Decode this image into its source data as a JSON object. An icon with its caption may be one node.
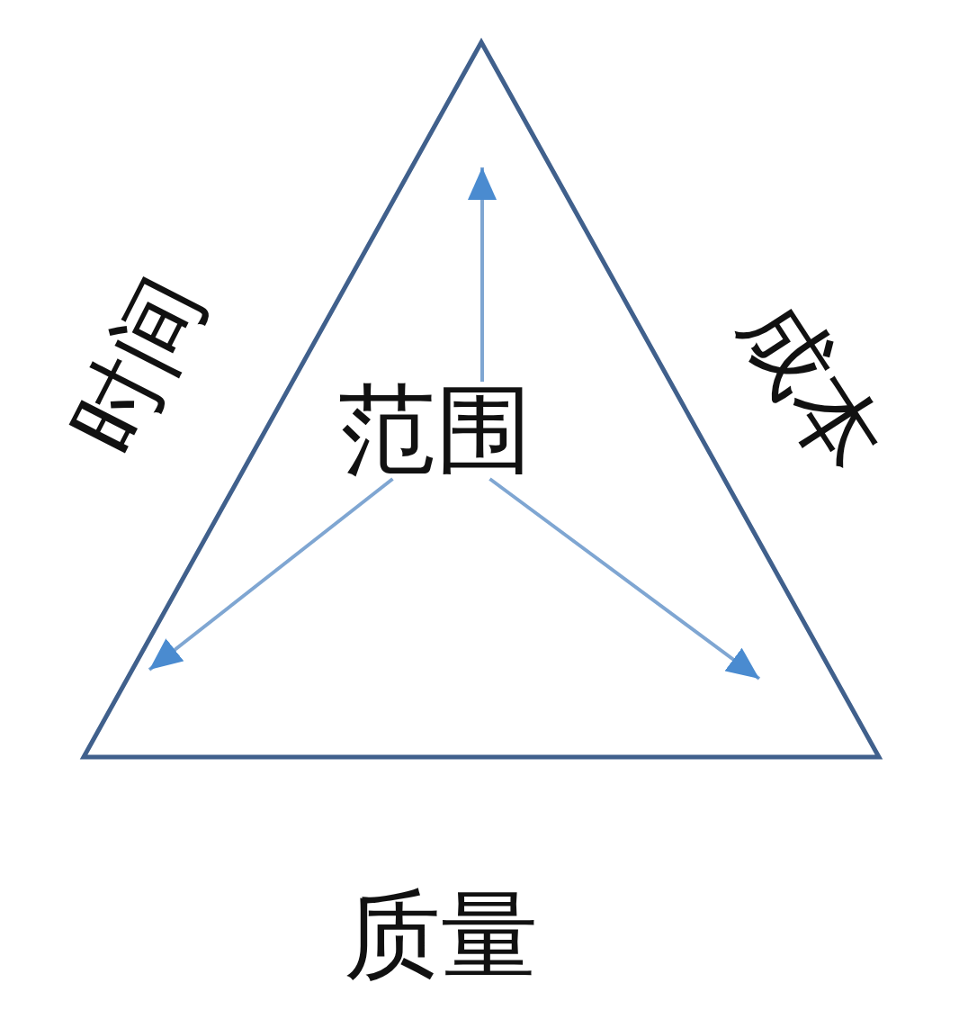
{
  "diagram": {
    "nodes": [
      {
        "text": [],
        "shape": "triangle"
      },
      {
        "text": [
          "范围"
        ],
        "in": 0
      }
    ],
    "edges": [
      {
        "from": 1,
        "to": null,
        "arrow": "to"
      },
      {
        "from": 1,
        "to": null,
        "arrow": "to"
      },
      {
        "from": 1,
        "to": null,
        "arrow": "to"
      }
    ],
    "labels": [
      "时间",
      "成本",
      "质量"
    ]
  }
}
